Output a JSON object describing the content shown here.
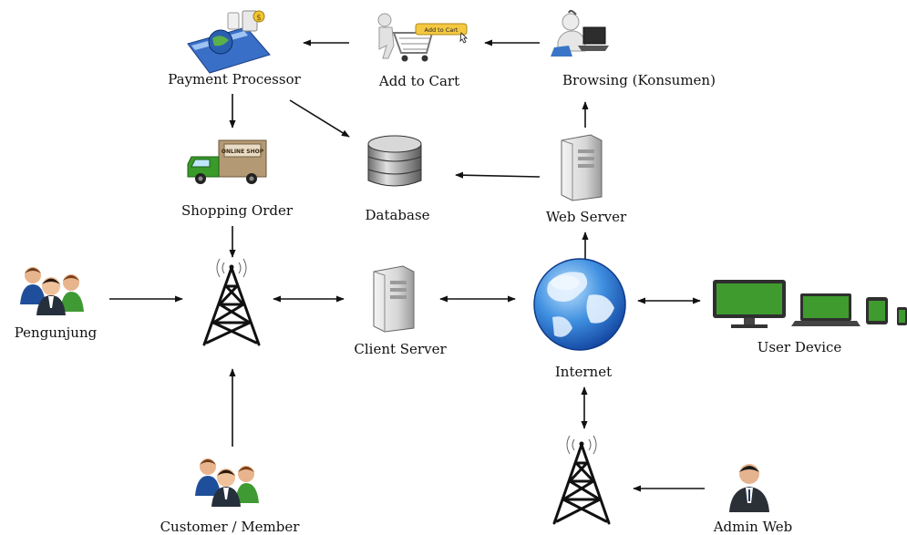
{
  "nodes": {
    "payment_processor": "Payment Processor",
    "add_to_cart": "Add to Cart",
    "browsing": "Browsing (Konsumen)",
    "shopping_order": "Shopping Order",
    "database": "Database",
    "web_server": "Web Server",
    "pengunjung": "Pengunjung",
    "client_server": "Client Server",
    "internet": "Internet",
    "user_device": "User Device",
    "customer_member": "Customer / Member",
    "admin_web": "Admin Web"
  },
  "icon_text": {
    "cart_sign": "Add to Cart",
    "truck_sign": "ONLINE SHOP"
  },
  "icons": {
    "payment_processor": "payment-card-icon",
    "add_to_cart": "shopping-cart-person-icon",
    "browsing": "laptop-user-icon",
    "shopping_order": "delivery-truck-icon",
    "database": "database-cylinder-icon",
    "web_server": "server-tower-icon",
    "client_server": "server-tower-icon",
    "internet": "globe-icon",
    "towers": "radio-tower-icon",
    "users": "people-group-icon",
    "admin": "businessman-icon",
    "devices": "monitor-laptop-tablet-phone-icon"
  },
  "colors": {
    "line": "#111111",
    "globe": "#2f7fd8",
    "monitor": "#3f9b2e",
    "truck": "#3a9a2a"
  }
}
